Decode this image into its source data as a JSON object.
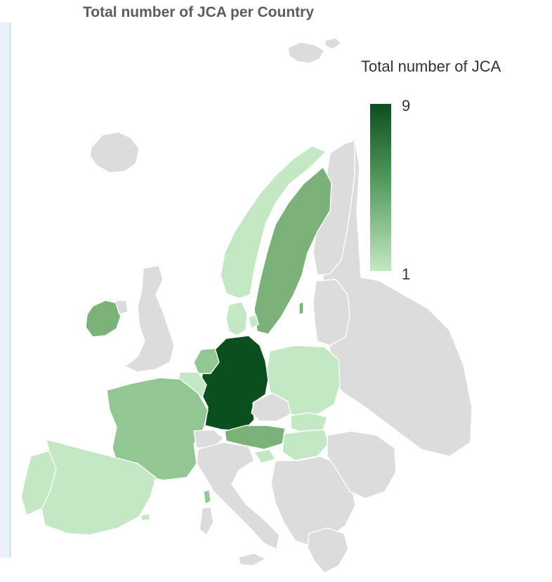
{
  "title": "Total number of JCA per Country",
  "legend": {
    "title": "Total number of JCA",
    "max_label": "9",
    "min_label": "1",
    "color_max": "#0b4f1f",
    "color_min": "#c3e8c3"
  },
  "colors": {
    "no_data": "#dcdcdc",
    "value_1": "#c3e8c3",
    "value_2": "#92c692",
    "value_3": "#7ab27a",
    "value_9": "#0b4f1f"
  }
}
